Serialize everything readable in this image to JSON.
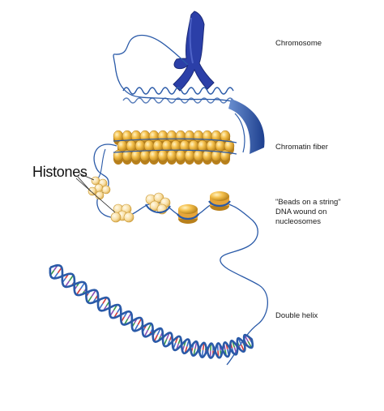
{
  "labels": {
    "chromosome": "Chromosome",
    "chromatin_fiber": "Chromatin fiber",
    "beads_line1": "\"Beads on a string\"",
    "beads_line2": "DNA wound on",
    "beads_line3": "nucleosomes",
    "double_helix": "Double helix",
    "histones": "Histones"
  },
  "colors": {
    "chromosome": "#2b3fa8",
    "dna_strand": "#2a5aa8",
    "histone_gold": "#f0b63c",
    "histone_dark": "#b8801c",
    "base_red": "#d23b3b",
    "base_green": "#3a9a4a",
    "base_blue": "#3a6ec8",
    "base_purple": "#8a4fb5"
  }
}
